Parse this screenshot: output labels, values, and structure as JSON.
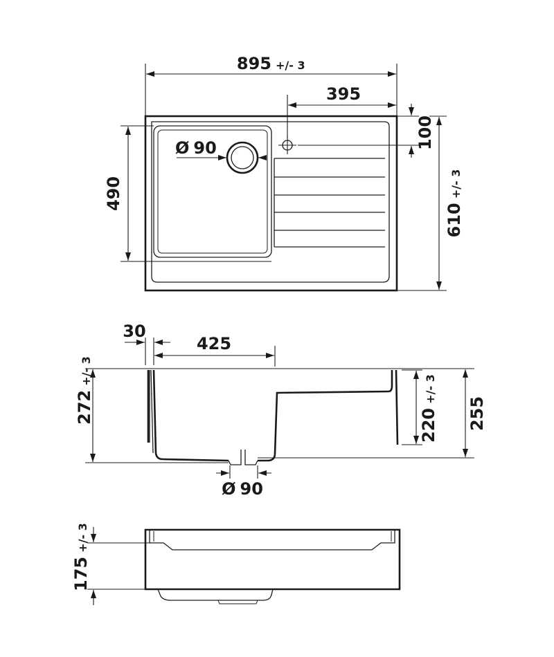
{
  "top_view": {
    "width": {
      "value": "895",
      "tolerance": "+/- 3"
    },
    "tap_offset": {
      "value": "395"
    },
    "tap_from_back": {
      "value": "100"
    },
    "depth": {
      "value": "610",
      "tolerance": "+/- 3"
    },
    "bowl_length": {
      "value": "490"
    },
    "drain_diameter": {
      "symbol": "Ø",
      "value": "90"
    }
  },
  "section_view": {
    "rim_offset": {
      "value": "30"
    },
    "bowl_width": {
      "value": "425"
    },
    "total_height": {
      "value": "272",
      "tolerance": "+/- 3"
    },
    "drainer_height": {
      "value": "220",
      "tolerance": "+/- 3"
    },
    "side_height": {
      "value": "255"
    },
    "drain_diameter": {
      "symbol": "Ø",
      "value": "90"
    }
  },
  "side_view": {
    "height": {
      "value": "175",
      "tolerance": "+/- 3"
    }
  }
}
